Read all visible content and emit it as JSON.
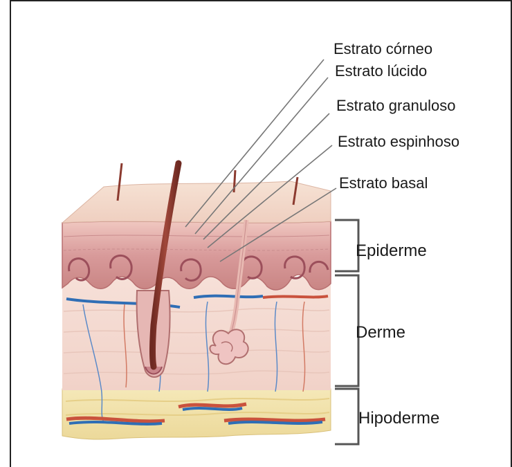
{
  "labels": {
    "strata": [
      "Estrato córneo",
      "Estrato lúcido",
      "Estrato granuloso",
      "Estrato espinhoso",
      "Estrato basal"
    ],
    "regions": [
      "Epiderme",
      "Derme",
      "Hipoderme"
    ]
  },
  "colors": {
    "surface": "#f2d5c4",
    "epidermis": "#dba2a2",
    "dermis": "#f4dad2",
    "hypodermis": "#f3e3ae",
    "vein": "#2f6eb5",
    "artery": "#c9523d",
    "hair": "#8b3a2f",
    "leader_line": "#777777"
  }
}
